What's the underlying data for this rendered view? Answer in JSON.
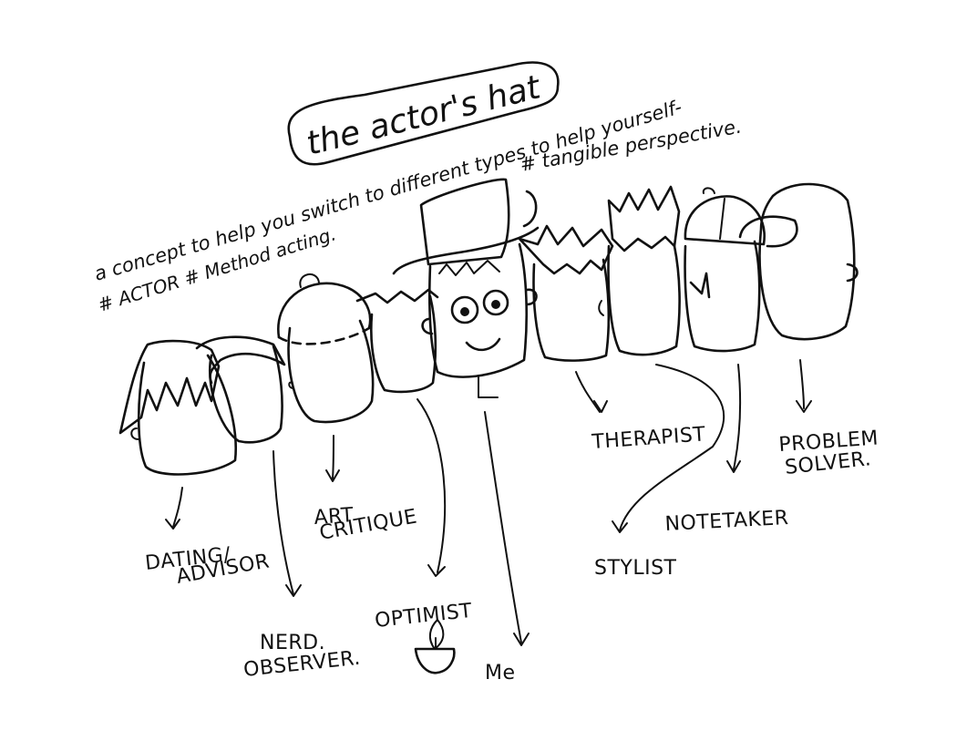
{
  "title": "the actor's hat",
  "subtitle_line1": "a concept to help you switch to different types to help yourself-",
  "subtitle_line2": "# ACTOR # Method acting.",
  "subtitle_line3": "# tangible perspective.",
  "labels": {
    "dating_advisor_1": "DATING/",
    "dating_advisor_2": "ADVISOR",
    "nerd_1": "NERD.",
    "nerd_2": "OBSERVER.",
    "art_critique_1": "ART",
    "art_critique_2": "CRITIQUE",
    "optimist": "OPTIMIST",
    "me": "Me",
    "therapist": "THERAPIST",
    "stylist": "STYLIST",
    "notetaker": "NOTETAKER",
    "problem_solver_1": "PROBLEM",
    "problem_solver_2": "SOLVER."
  },
  "colors": {
    "ink": "#111111",
    "paper": "#ffffff"
  }
}
